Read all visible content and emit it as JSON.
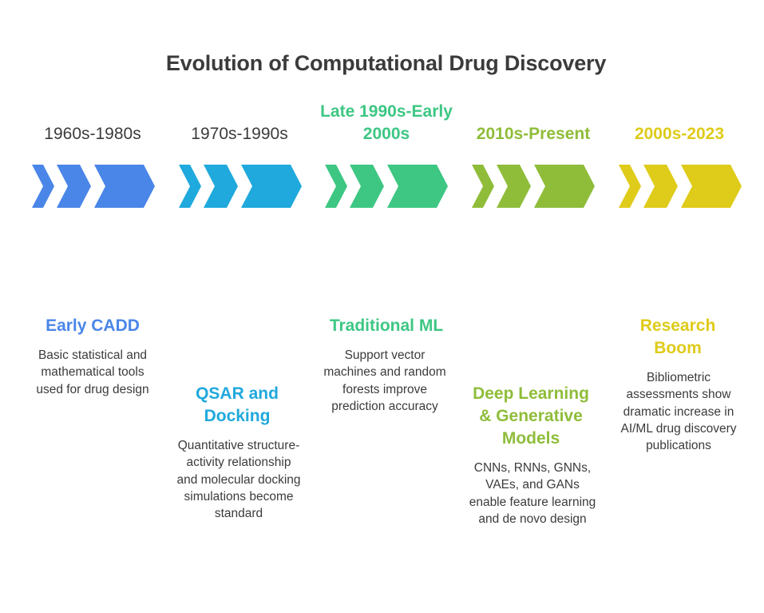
{
  "title": "Evolution of Computational Drug Discovery",
  "stages": [
    {
      "period": "1960s-1980s",
      "title": "Early CADD",
      "description": "Basic statistical and mathematical tools used for drug design",
      "color": "#4a86e8"
    },
    {
      "period": "1970s-1990s",
      "title": "QSAR and Docking",
      "description": "Quantitative structure-activity relationship and molecular docking simulations become standard",
      "color": "#1fa9dc"
    },
    {
      "period": "Late 1990s-Early 2000s",
      "title": "Traditional ML",
      "description": "Support vector machines and random forests improve prediction accuracy",
      "color": "#3dc783"
    },
    {
      "period": "2010s-Present",
      "title": "Deep Learning & Generative Models",
      "description": "CNNs, RNNs, GNNs, VAEs, and GANs enable feature learning and de novo design",
      "color": "#8fbd3a"
    },
    {
      "period": "2000s-2023",
      "title": "Research Boom",
      "description": "Bibliometric assessments show dramatic increase in AI/ML drug discovery publications",
      "color": "#dfcb1a"
    }
  ]
}
